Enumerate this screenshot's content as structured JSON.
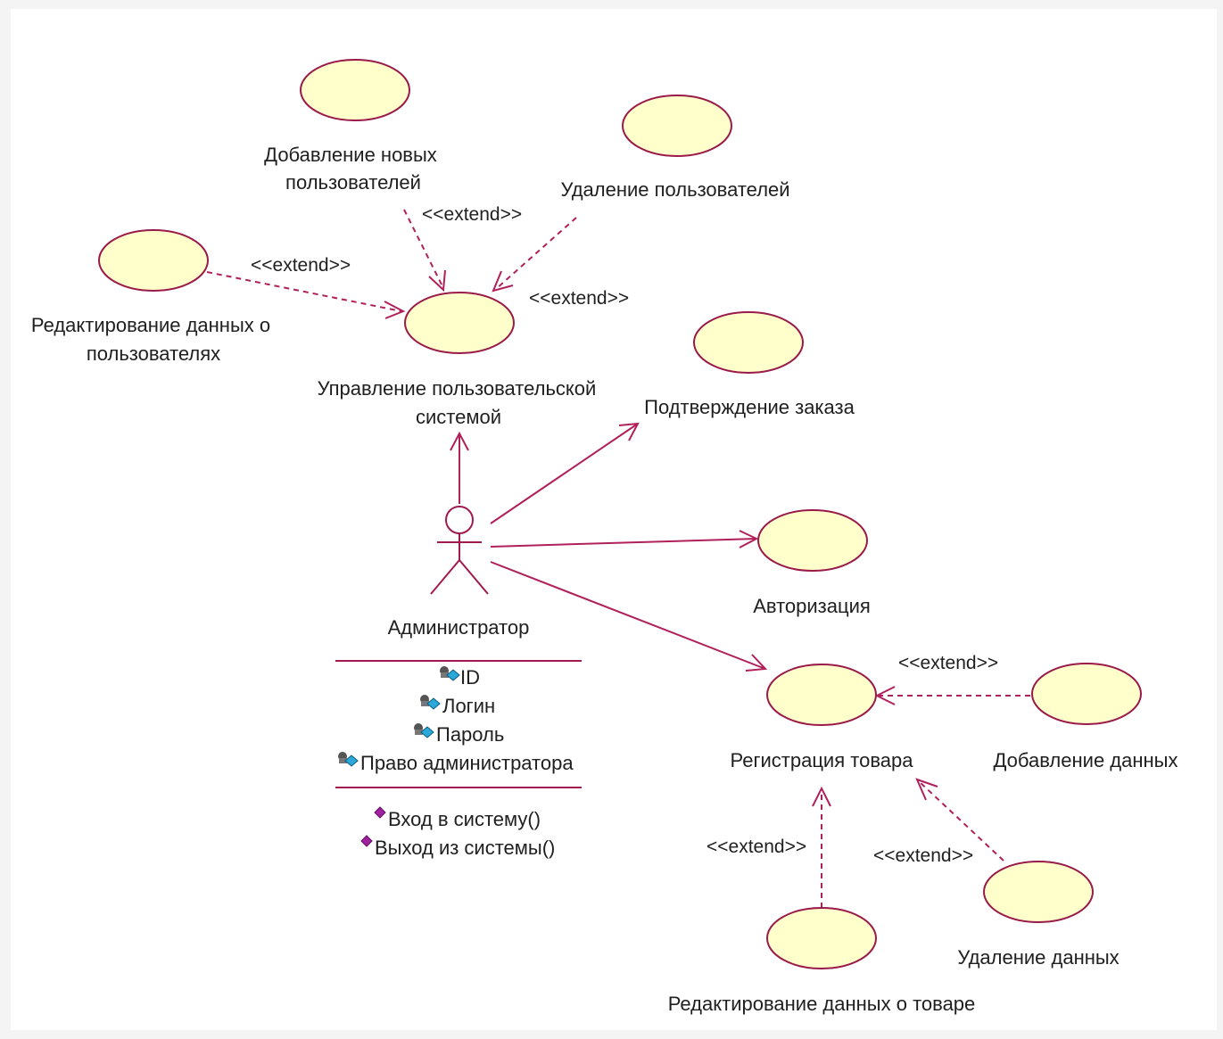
{
  "use_cases": {
    "add_users": {
      "label_lines": [
        "Добавление новых",
        "пользователей"
      ]
    },
    "delete_users": {
      "label_lines": [
        "Удаление пользователей"
      ]
    },
    "edit_users": {
      "label_lines": [
        "Редактирование данных о",
        "пользователях"
      ]
    },
    "manage_system": {
      "label_lines": [
        "Управление пользовательской",
        "системой"
      ]
    },
    "confirm_order": {
      "label_lines": [
        "Подтверждение заказа"
      ]
    },
    "authorization": {
      "label_lines": [
        "Авторизация"
      ]
    },
    "register_goods": {
      "label_lines": [
        "Регистрация товара"
      ]
    },
    "add_data": {
      "label_lines": [
        "Добавление данных"
      ]
    },
    "delete_data": {
      "label_lines": [
        "Удаление данных"
      ]
    },
    "edit_goods": {
      "label_lines": [
        "Редактирование данных о товаре"
      ]
    }
  },
  "extend_label": "<<extend>>",
  "actor": {
    "name": "Администратор",
    "attributes": [
      "ID",
      "Логин",
      "Пароль",
      "Право администратора"
    ],
    "operations": [
      "Вход в систему()",
      "Выход из системы()"
    ]
  },
  "colors": {
    "usecase_fill": "#ffffcc",
    "line": "#b0205a",
    "attribute_icon": "#2aa8d8",
    "operation_icon": "#a020a0"
  }
}
